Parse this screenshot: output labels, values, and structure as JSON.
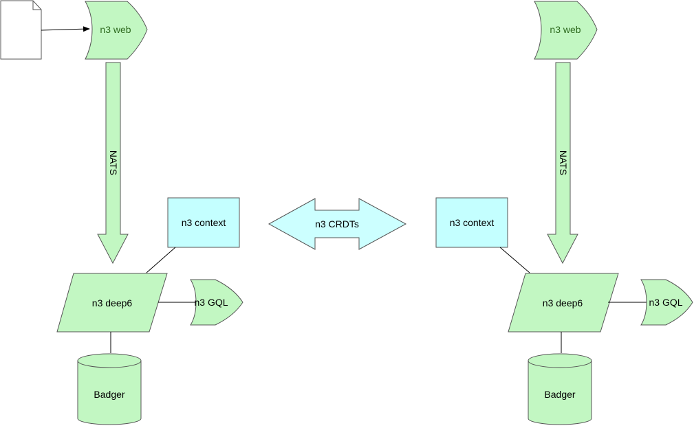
{
  "diagram": {
    "left": {
      "web": "n3 web",
      "transport": "NATS",
      "context": "n3 context",
      "deep6": "n3 deep6",
      "gql": "n3 GQL",
      "store": "Badger"
    },
    "center": {
      "sync": "n3 CRDTs"
    },
    "right": {
      "web": "n3 web",
      "transport": "NATS",
      "context": "n3 context",
      "deep6": "n3 deep6",
      "gql": "n3 GQL",
      "store": "Badger"
    }
  },
  "colors": {
    "green_fill": "#c2f7c2",
    "cyan_fill": "#c4ffff",
    "cyan_light": "#ccffff",
    "stroke": "#555555",
    "green_text": "#2d6a1e"
  }
}
